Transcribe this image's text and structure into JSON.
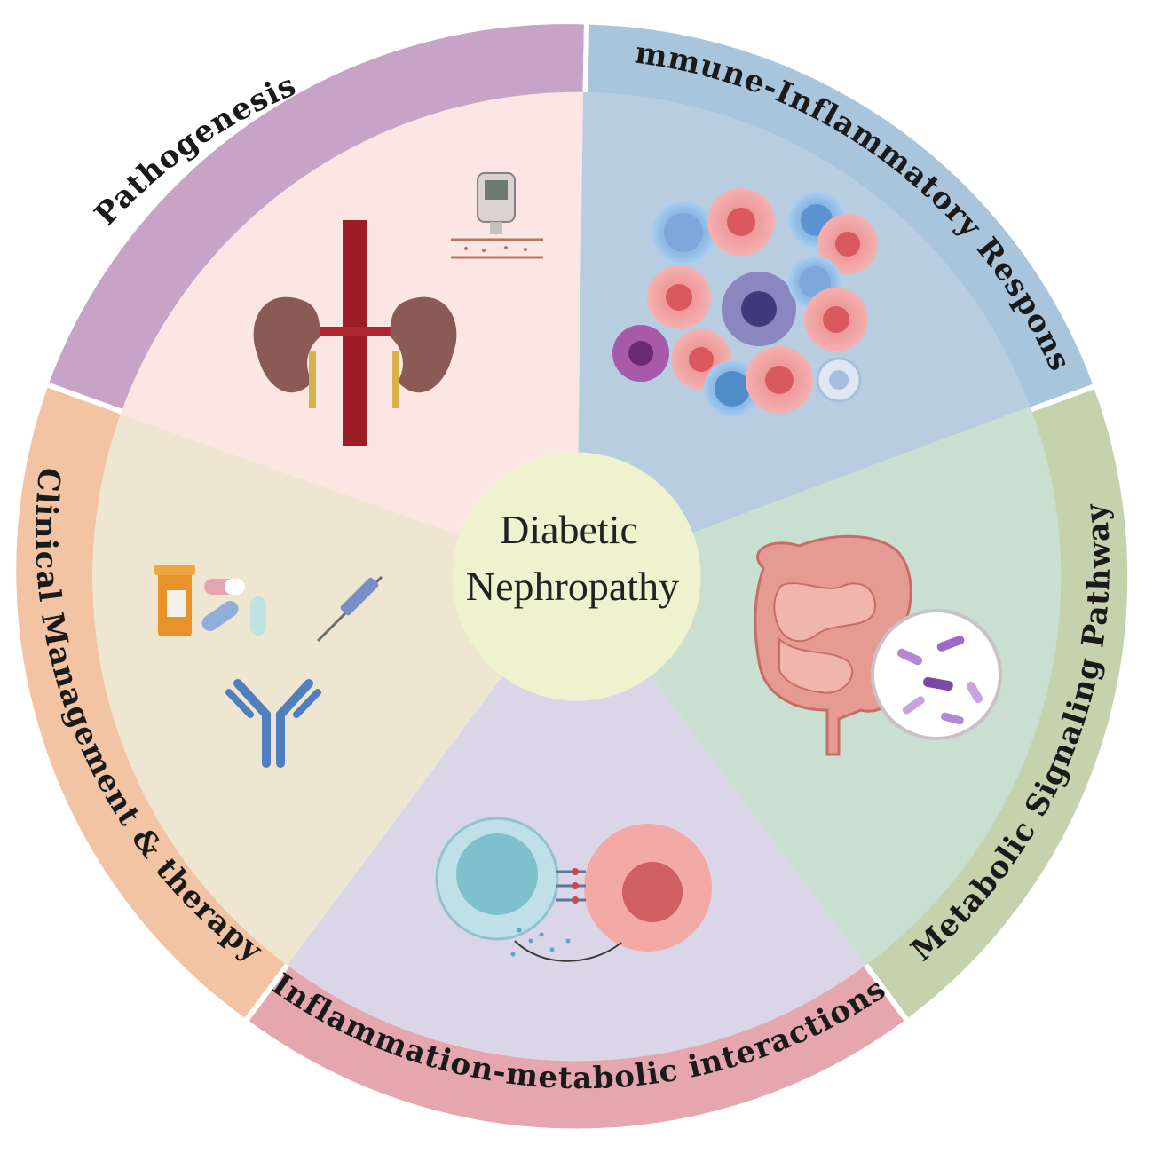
{
  "center": {
    "line1": "Diabetic",
    "line2": "Nephropathy",
    "color": "#eef2cf"
  },
  "segments": [
    {
      "key": "pathogenesis",
      "label": "Pathogenesis",
      "ring_color": "#c6a3c7",
      "inner_color": "#fbe6e4"
    },
    {
      "key": "immune",
      "label": "Immune-Inflammatory Response",
      "ring_color": "#a9c5dc",
      "inner_color": "#b9cde0"
    },
    {
      "key": "metabolic",
      "label": "Metabolic Signaling Pathways",
      "ring_color": "#c4d3ad",
      "inner_color": "#c9dfcf"
    },
    {
      "key": "interactions",
      "label": "Inflammation-metabolic  interactions",
      "ring_color": "#e6a6ad",
      "inner_color": "#dad6e8"
    },
    {
      "key": "clinical",
      "label": "Clinical Management & therapy",
      "ring_color": "#f2c4a4",
      "inner_color": "#efe6d2"
    }
  ]
}
